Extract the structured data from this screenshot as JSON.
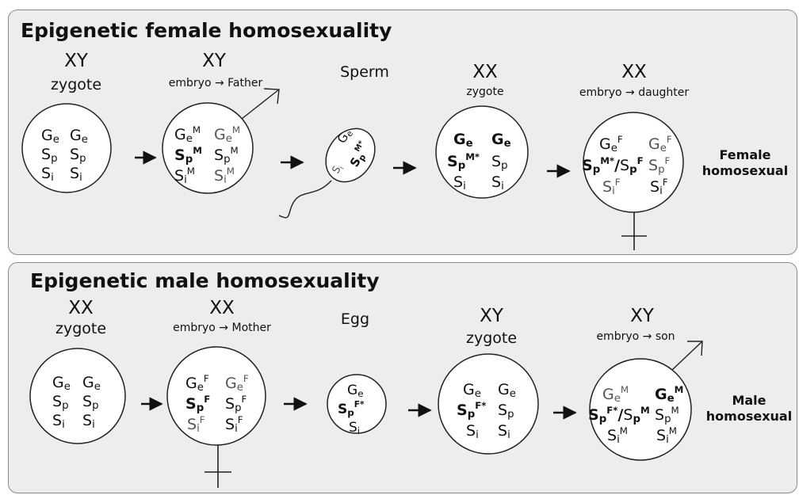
{
  "top_panel": {
    "title": "Epigenetic female homosexuality",
    "stage1": {
      "chromosomes": "XY",
      "label": "zygote"
    },
    "stage2": {
      "chromosomes": "XY",
      "label": "embryo → Father"
    },
    "stage3": {
      "label": "Sperm"
    },
    "stage4": {
      "chromosomes": "XX",
      "label": "zygote"
    },
    "stage5": {
      "chromosomes": "XX",
      "label": "embryo → daughter"
    },
    "outcome_line1": "Female",
    "outcome_line2": "homosexual"
  },
  "bottom_panel": {
    "title": "Epigenetic male homosexuality",
    "stage1": {
      "chromosomes": "XX",
      "label": "zygote"
    },
    "stage2": {
      "chromosomes": "XX",
      "label": "embryo → Mother"
    },
    "stage3": {
      "label": "Egg"
    },
    "stage4": {
      "chromosomes": "XY",
      "label": "zygote"
    },
    "stage5": {
      "chromosomes": "XY",
      "label": "embryo → son"
    },
    "outcome_line1": "Male",
    "outcome_line2": "homosexual"
  },
  "genes": {
    "ge_base": "G",
    "ge_sub": "e",
    "sp_base": "S",
    "sp_sub": "p",
    "si_base": "S",
    "si_sub": "i",
    "mark_m": "M",
    "mark_f": "F",
    "mark_m_star": "M*",
    "mark_f_star": "F*",
    "slash": "/"
  },
  "symbols": {
    "arrow": "arrow-right-icon",
    "male": "male-symbol-icon",
    "female": "female-symbol-icon"
  }
}
